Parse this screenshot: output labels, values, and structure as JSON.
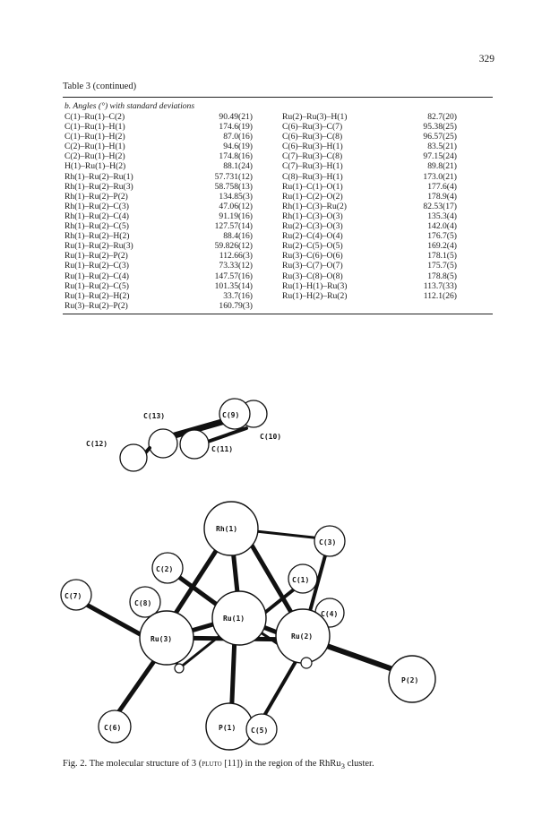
{
  "page_number": "329",
  "table_caption": "Table 3 (continued)",
  "subheading": "b. Angles (°) with standard deviations",
  "angles_left": [
    {
      "label": "C(1)–Ru(1)–C(2)",
      "value": "90.49(21)"
    },
    {
      "label": "C(1)–Ru(1)–H(1)",
      "value": "174.6(19)"
    },
    {
      "label": "C(1)–Ru(1)–H(2)",
      "value": "87.0(16)"
    },
    {
      "label": "C(2)–Ru(1)–H(1)",
      "value": "94.6(19)"
    },
    {
      "label": "C(2)–Ru(1)–H(2)",
      "value": "174.8(16)"
    },
    {
      "label": "H(1)–Ru(1)–H(2)",
      "value": "88.1(24)"
    },
    {
      "label": "Rh(1)–Ru(2)–Ru(1)",
      "value": "57.731(12)"
    },
    {
      "label": "Rh(1)–Ru(2)–Ru(3)",
      "value": "58.758(13)"
    },
    {
      "label": "Rh(1)–Ru(2)–P(2)",
      "value": "134.85(3)"
    },
    {
      "label": "Rh(1)–Ru(2)–C(3)",
      "value": "47.06(12)"
    },
    {
      "label": "Rh(1)–Ru(2)–C(4)",
      "value": "91.19(16)"
    },
    {
      "label": "Rh(1)–Ru(2)–C(5)",
      "value": "127.57(14)"
    },
    {
      "label": "Rh(1)–Ru(2)–H(2)",
      "value": "88.4(16)"
    },
    {
      "label": "Ru(1)–Ru(2)–Ru(3)",
      "value": "59.826(12)"
    },
    {
      "label": "Ru(1)–Ru(2)–P(2)",
      "value": "112.66(3)"
    },
    {
      "label": "Ru(1)–Ru(2)–C(3)",
      "value": "73.33(12)"
    },
    {
      "label": "Ru(1)–Ru(2)–C(4)",
      "value": "147.57(16)"
    },
    {
      "label": "Ru(1)–Ru(2)–C(5)",
      "value": "101.35(14)"
    },
    {
      "label": "Ru(1)–Ru(2)–H(2)",
      "value": "33.7(16)"
    },
    {
      "label": "Ru(3)–Ru(2)–P(2)",
      "value": "160.79(3)"
    }
  ],
  "angles_right": [
    {
      "label": "Ru(2)–Ru(3)–H(1)",
      "value": "82.7(20)"
    },
    {
      "label": "C(6)–Ru(3)–C(7)",
      "value": "95.38(25)"
    },
    {
      "label": "C(6)–Ru(3)–C(8)",
      "value": "96.57(25)"
    },
    {
      "label": "C(6)–Ru(3)–H(1)",
      "value": "83.5(21)"
    },
    {
      "label": "C(7)–Ru(3)–C(8)",
      "value": "97.15(24)"
    },
    {
      "label": "C(7)–Ru(3)–H(1)",
      "value": "89.8(21)"
    },
    {
      "label": "C(8)–Ru(3)–H(1)",
      "value": "173.0(21)"
    },
    {
      "label": "Ru(1)–C(1)–O(1)",
      "value": "177.6(4)"
    },
    {
      "label": "Ru(1)–C(2)–O(2)",
      "value": "178.9(4)"
    },
    {
      "label": "Rh(1)–C(3)–Ru(2)",
      "value": "82.53(17)"
    },
    {
      "label": "Rh(1)–C(3)–O(3)",
      "value": "135.3(4)"
    },
    {
      "label": "Ru(2)–C(3)–O(3)",
      "value": "142.0(4)"
    },
    {
      "label": "Ru(2)–C(4)–O(4)",
      "value": "176.7(5)"
    },
    {
      "label": "Ru(2)–C(5)–O(5)",
      "value": "169.2(4)"
    },
    {
      "label": "Ru(3)–C(6)–O(6)",
      "value": "178.1(5)"
    },
    {
      "label": "Ru(3)–C(7)–O(7)",
      "value": "175.7(5)"
    },
    {
      "label": "Ru(3)–C(8)–O(8)",
      "value": "178.8(5)"
    },
    {
      "label": "Ru(1)–H(1)–Ru(3)",
      "value": "113.7(33)"
    },
    {
      "label": "Ru(1)–H(2)–Ru(2)",
      "value": "112.1(26)"
    }
  ],
  "figure": {
    "atoms": {
      "c13": "C(13)",
      "c9": "C(9)",
      "c10": "C(10)",
      "c12": "C(12)",
      "c11": "C(11)",
      "rh1": "Rh(1)",
      "c3": "C(3)",
      "c2": "C(2)",
      "c1": "C(1)",
      "c7": "C(7)",
      "c8": "C(8)",
      "c4": "C(4)",
      "ru1": "Ru(1)",
      "ru3": "Ru(3)",
      "ru2": "Ru(2)",
      "p2": "P(2)",
      "c6": "C(6)",
      "p1": "P(1)",
      "c5": "C(5)"
    }
  },
  "caption": {
    "prefix": "Fig. 2. The molecular structure of 3 (",
    "program": "pluto",
    "suffix": " [11]) in the region of the RhRu",
    "subscript": "3",
    "tail": " cluster."
  }
}
